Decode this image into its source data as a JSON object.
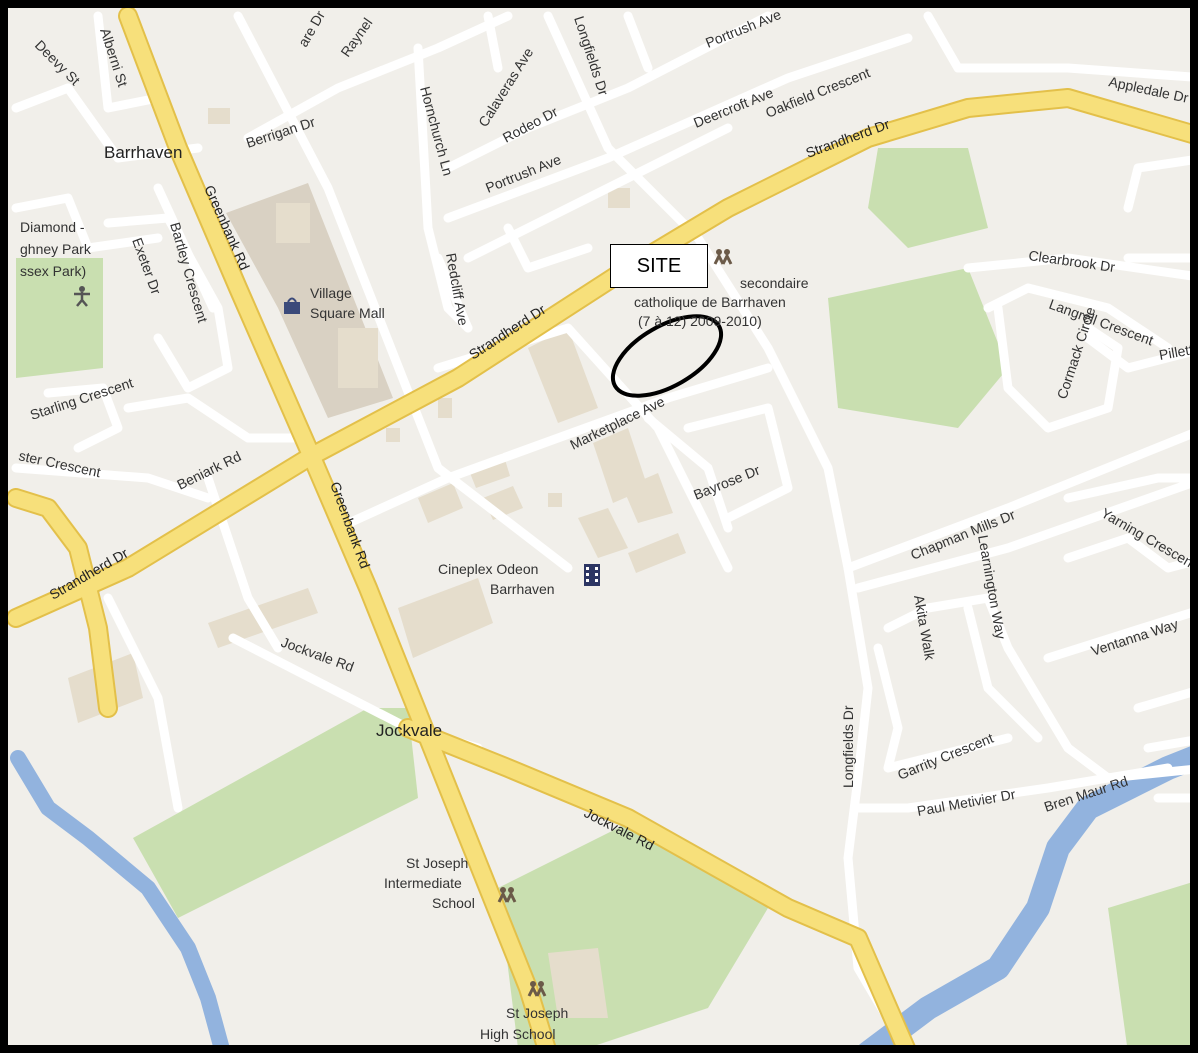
{
  "map": {
    "site_label": "SITE",
    "place_labels": {
      "barrhaven": "Barrhaven",
      "jockvale": "Jockvale"
    },
    "road_labels": {
      "strandherd_dr": "Strandherd Dr",
      "greenbank_rd": "Greenbank Rd",
      "jockvale_rd": "Jockvale Rd",
      "longfields_dr": "Longfields Dr",
      "marketplace_ave": "Marketplace Ave",
      "bayrose_dr": "Bayrose Dr",
      "chapman_mills_dr": "Chapman Mills Dr",
      "berrigan_dr": "Berrigan Dr",
      "portrush_ave": "Portrush Ave",
      "rodeo_dr": "Rodeo Dr",
      "calaveras_ave": "Calaveras Ave",
      "deercroft_ave": "Deercroft Ave",
      "oakfield_crescent": "Oakfield Crescent",
      "hornchurch_ln": "Hornchurch Ln",
      "redcliff_ave": "Redcliff Ave",
      "clearbrook_dr": "Clearbrook Dr",
      "langrell_crescent": "Langrell Crescent",
      "cormack_circle": "Cormack Circle",
      "pillette": "Pillett",
      "alberni_st": "Alberni St",
      "deevy_st": "Deevy St",
      "exeter_dr": "Exeter Dr",
      "bartley_crescent": "Bartley Crescent",
      "starling_crescent": "Starling Crescent",
      "beniark_rd": "Beniark Rd",
      "ester_crescent": "ster Crescent",
      "learnington_way": "Learnington Way",
      "akita_walk": "Akita Walk",
      "garrity_crescent": "Garrity Crescent",
      "paul_metivier_dr": "Paul Metivier Dr",
      "bren_maur_rd": "Bren Maur Rd",
      "ventanna_way": "Ventanna Way",
      "yarning_crescent": "Yarning Crescent",
      "appledale_dr": "Appledale Dr",
      "raynel": "Raynel",
      "are_dr": "are Dr"
    },
    "pois": {
      "village_square_mall": [
        "Village",
        "Square Mall"
      ],
      "diamond_park": [
        "Diamond -",
        "ghney Park",
        "ssex Park)"
      ],
      "school_top": [
        "secondaire",
        "catholique de Barrhaven",
        "(7 à 12) 2009-2010)"
      ],
      "cineplex": [
        "Cineplex Odeon",
        "Barrhaven"
      ],
      "st_joseph_intermediate": [
        "St Joseph",
        "Intermediate",
        "School"
      ],
      "st_joseph_high": [
        "St Joseph",
        "High School"
      ]
    },
    "colors": {
      "background": "#f1efea",
      "major_road": "#f7e07b",
      "minor_road": "#ffffff",
      "park": "#c9dfb0",
      "water": "#92b3de",
      "site_marker": "#000000"
    }
  }
}
